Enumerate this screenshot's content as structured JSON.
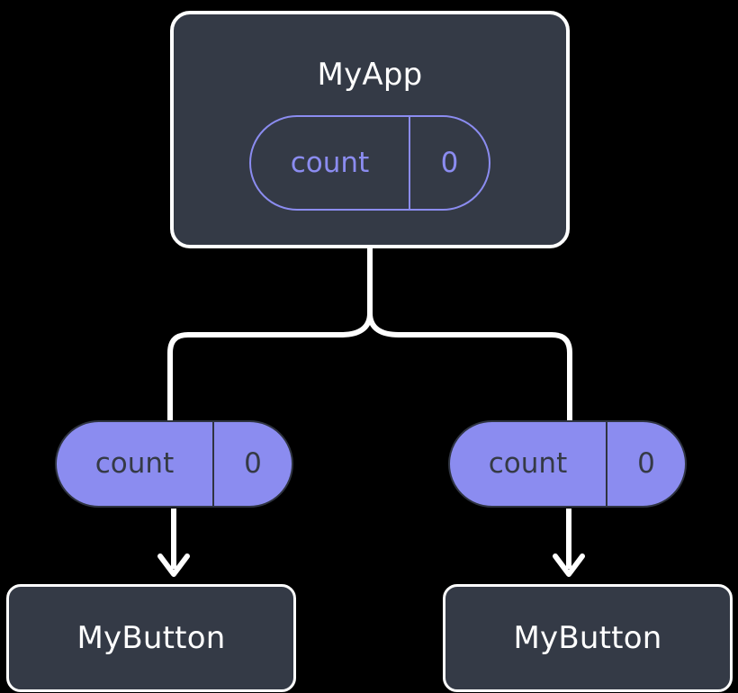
{
  "diagram": {
    "type": "component-tree",
    "background_color": "#000000",
    "colors": {
      "node_fill": "#343a46",
      "node_border": "#ffffff",
      "node_text": "#ffffff",
      "accent": "#8b8cf0",
      "pill_text_on_fill": "#353a45",
      "edge": "#ffffff",
      "arrow": "#ffffff"
    },
    "root": {
      "label": "MyApp",
      "state": {
        "key": "count",
        "value": "0"
      }
    },
    "props": [
      {
        "key": "count",
        "value": "0"
      },
      {
        "key": "count",
        "value": "0"
      }
    ],
    "leaves": [
      {
        "label": "MyButton"
      },
      {
        "label": "MyButton"
      }
    ]
  }
}
